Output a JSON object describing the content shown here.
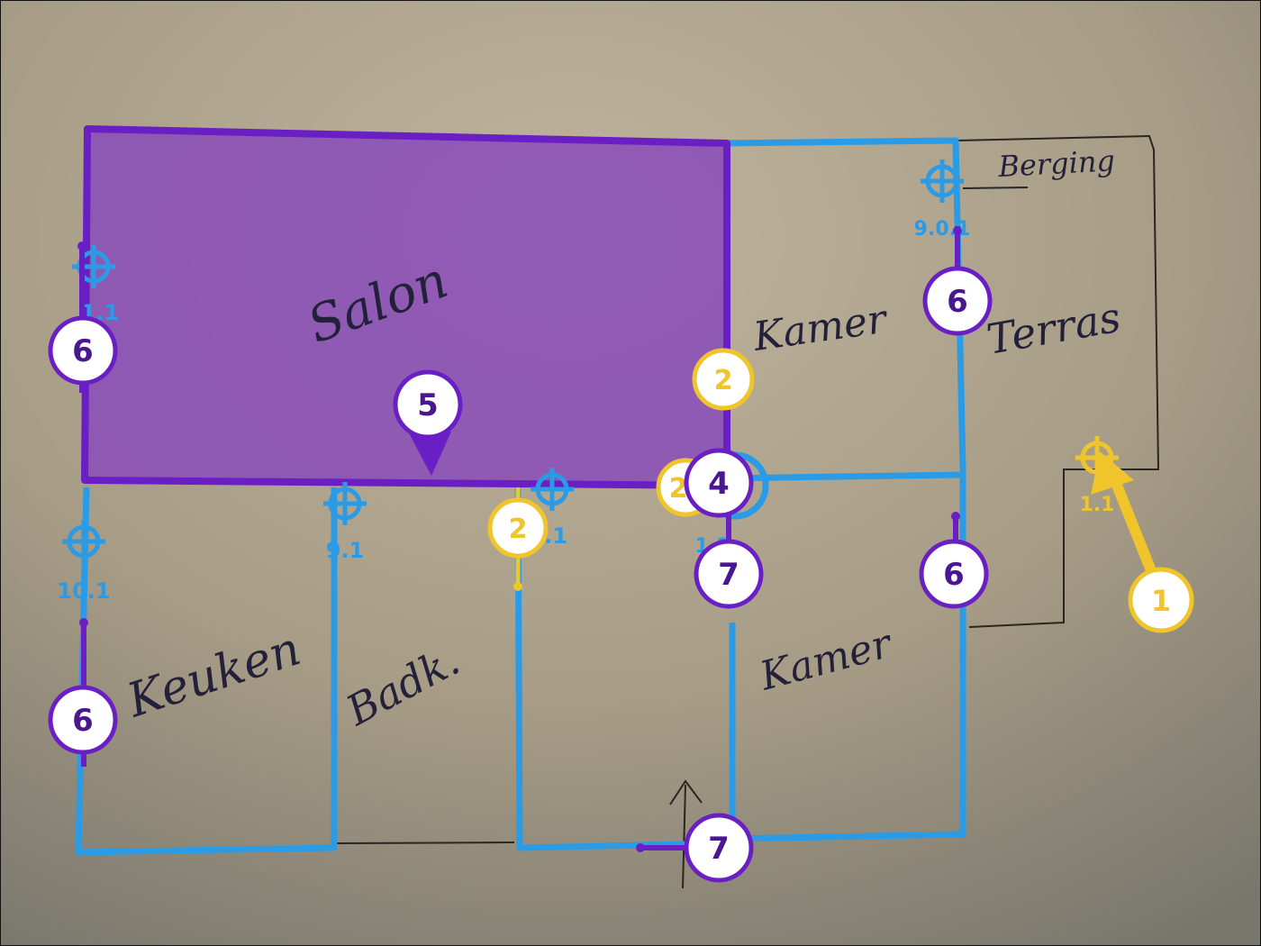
{
  "colors": {
    "wall": "#2b9be6",
    "purple": "#6a1fc4",
    "room_fill": "#8a4fb8",
    "yellow": "#f0c42b"
  },
  "rooms": {
    "salon": "Salon",
    "kamer_top": "Kamer",
    "kamer_bottom": "Kamer",
    "keuken": "Keuken",
    "badk": "Badk.",
    "terras": "Terras",
    "berging": "Berging"
  },
  "badges": {
    "one": "1",
    "two_a": "2",
    "two_b": "2",
    "two_c": "2",
    "four": "4",
    "five": "5",
    "six_a": "6",
    "six_b": "6",
    "six_c": "6",
    "six_d": "6",
    "seven_a": "7",
    "seven_b": "7"
  },
  "marker_labels": {
    "tr": "9.0.1",
    "tl": "1.1",
    "kitchen": "10.1",
    "bath": "9.1",
    "mid": "9.1",
    "center": "1.1",
    "yellow": "1.1"
  },
  "icons": {
    "target": "crosshair-target-icon",
    "arrow": "pointer-arrow-icon",
    "pin": "pin-arrow-icon"
  }
}
